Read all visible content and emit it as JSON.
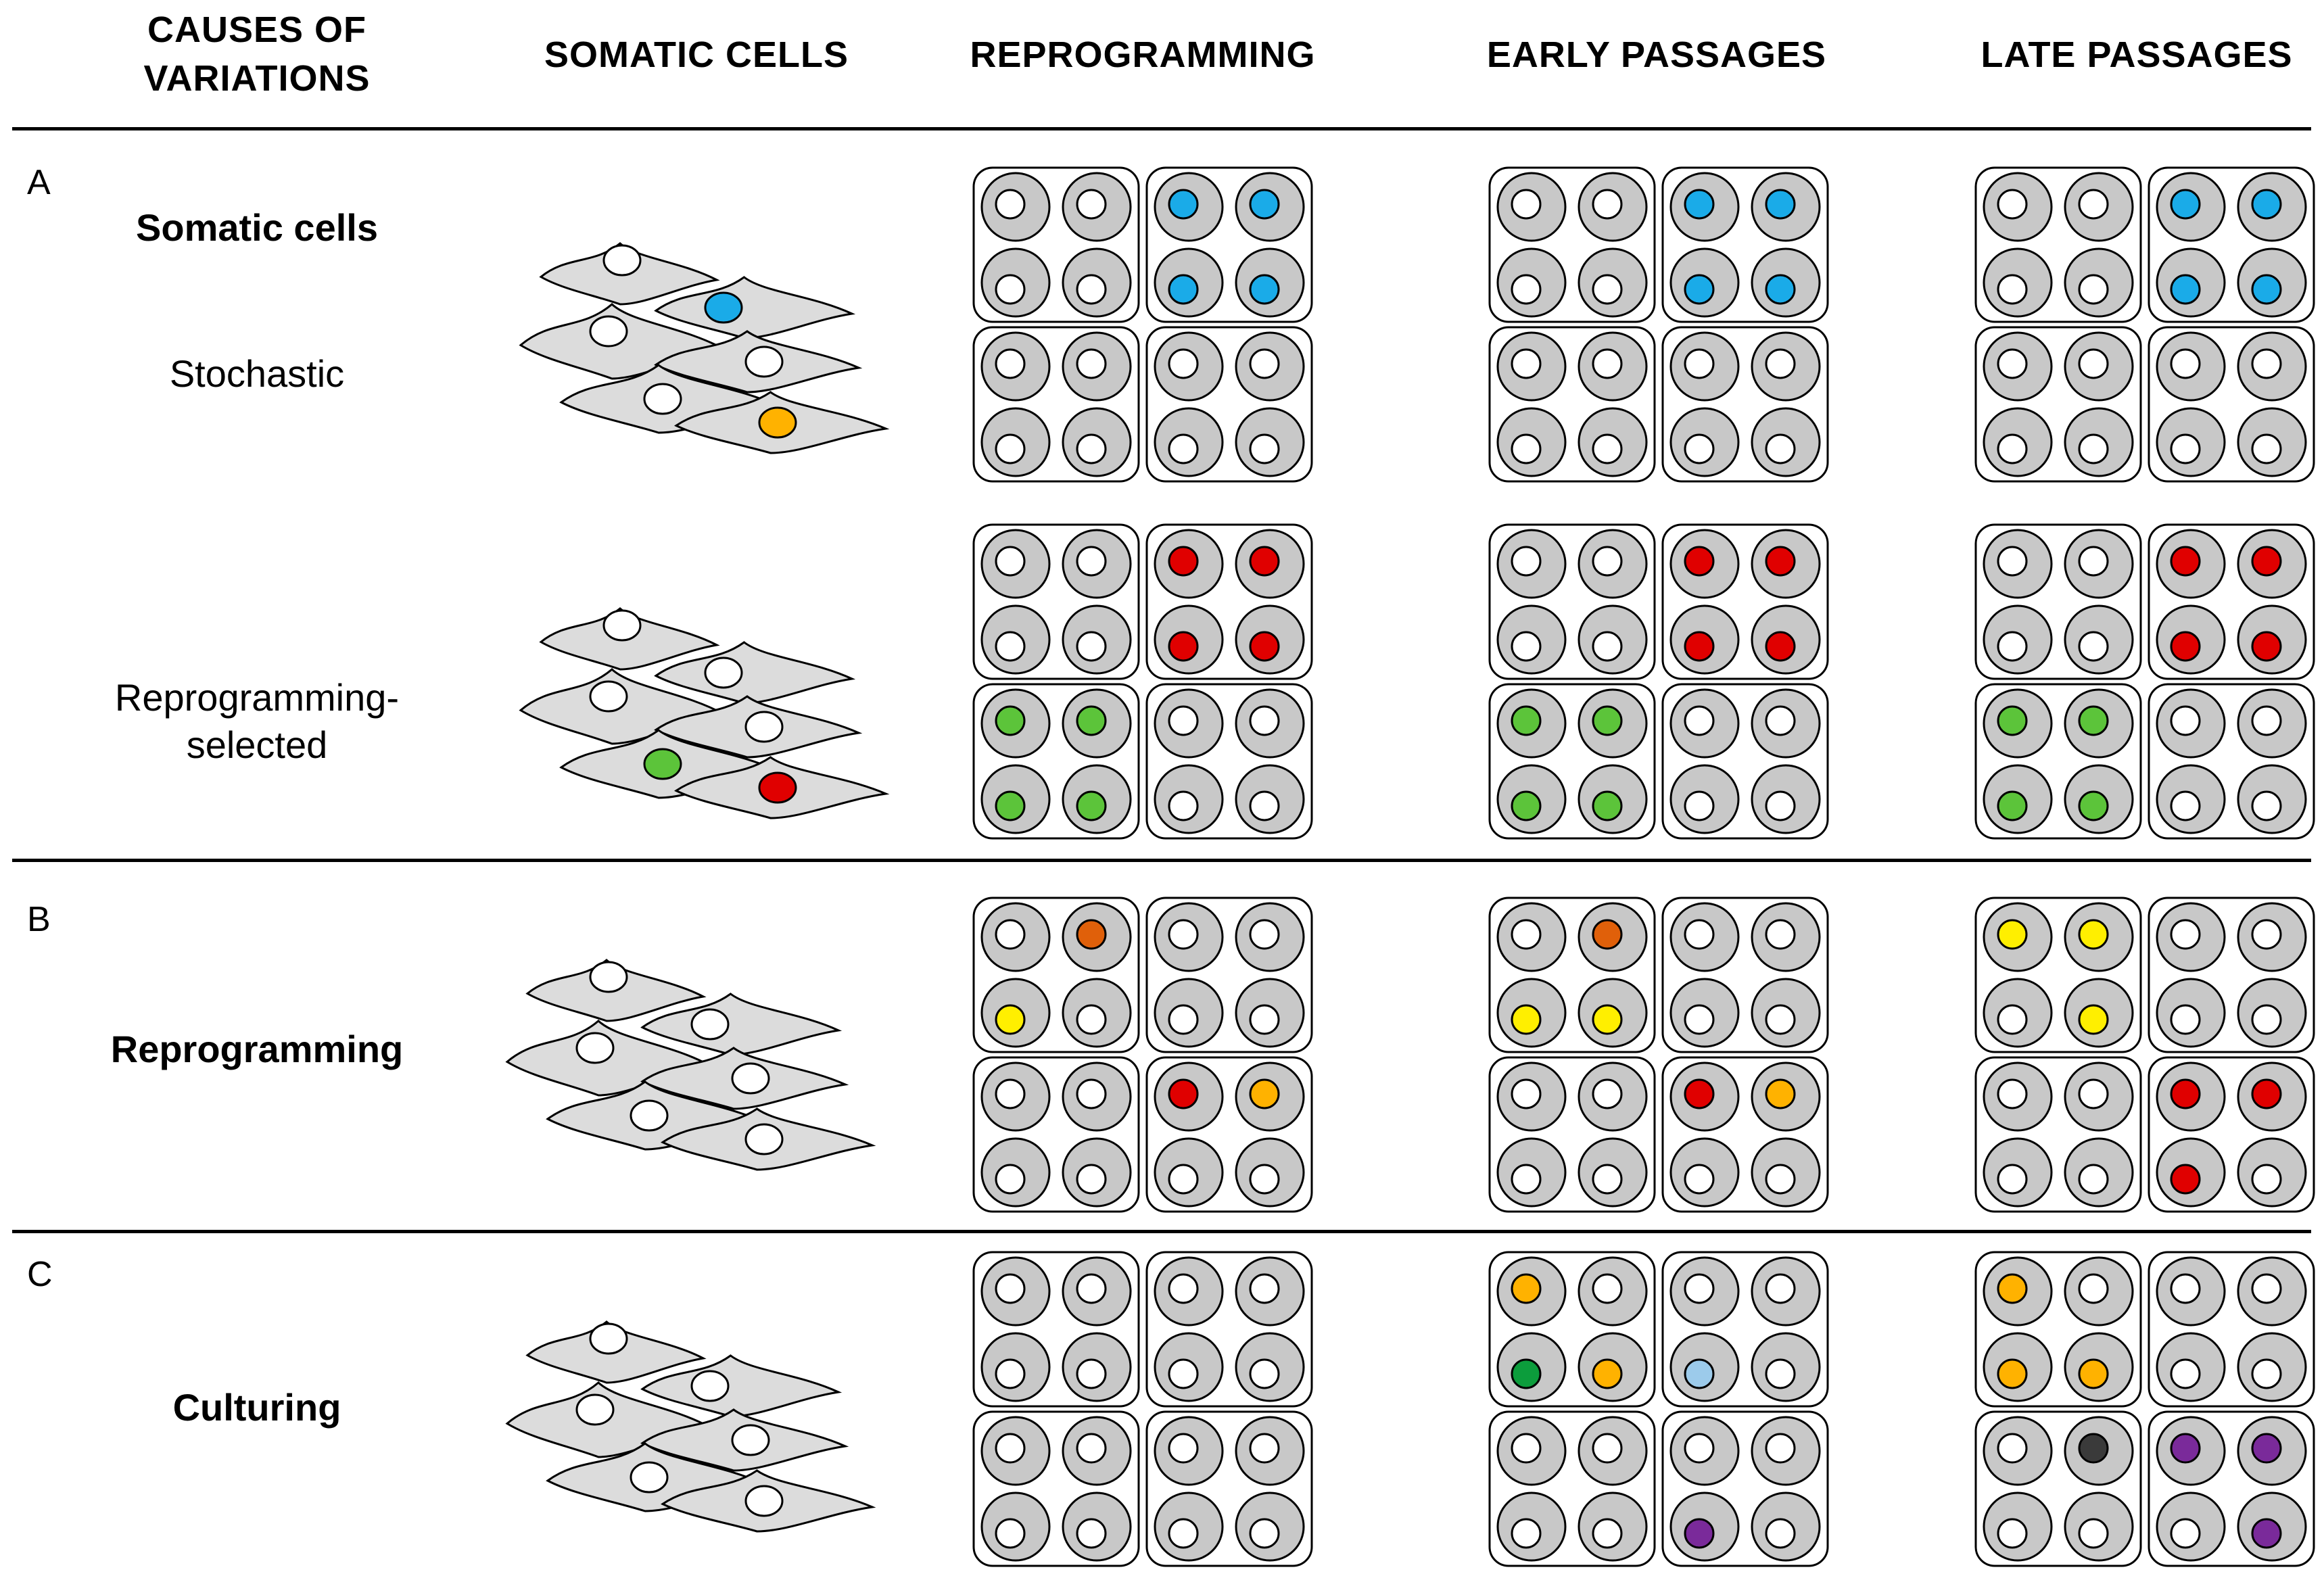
{
  "headers": {
    "causes": "CAUSES OF VARIATIONS",
    "somatic": "SOMATIC CELLS",
    "reprogramming": "REPROGRAMMING",
    "early": "EARLY PASSAGES",
    "late": "LATE PASSAGES"
  },
  "sections": [
    {
      "letter": "A",
      "rows": [
        {
          "labels": [
            "Somatic cells",
            "Stochastic"
          ],
          "somatic_cells": [
            null,
            "blue",
            null,
            null,
            null,
            "orange"
          ],
          "plates": {
            "reprogramming": [
              [
                "w",
                "w",
                "w",
                "w"
              ],
              [
                "blue",
                "blue",
                "blue",
                "blue"
              ],
              [
                "w",
                "w",
                "w",
                "w"
              ],
              [
                "w",
                "w",
                "w",
                "w"
              ]
            ],
            "early": [
              [
                "w",
                "w",
                "w",
                "w"
              ],
              [
                "blue",
                "blue",
                "blue",
                "blue"
              ],
              [
                "w",
                "w",
                "w",
                "w"
              ],
              [
                "w",
                "w",
                "w",
                "w"
              ]
            ],
            "late": [
              [
                "w",
                "w",
                "w",
                "w"
              ],
              [
                "blue",
                "blue",
                "blue",
                "blue"
              ],
              [
                "w",
                "w",
                "w",
                "w"
              ],
              [
                "w",
                "w",
                "w",
                "w"
              ]
            ]
          }
        },
        {
          "labels": [
            "Reprogramming-selected"
          ],
          "somatic_cells": [
            null,
            null,
            null,
            null,
            "green",
            "red"
          ],
          "plates": {
            "reprogramming": [
              [
                "w",
                "w",
                "w",
                "w"
              ],
              [
                "red",
                "red",
                "red",
                "red"
              ],
              [
                "green",
                "green",
                "green",
                "green"
              ],
              [
                "w",
                "w",
                "w",
                "w"
              ]
            ],
            "early": [
              [
                "w",
                "w",
                "w",
                "w"
              ],
              [
                "red",
                "red",
                "red",
                "red"
              ],
              [
                "green",
                "green",
                "green",
                "green"
              ],
              [
                "w",
                "w",
                "w",
                "w"
              ]
            ],
            "late": [
              [
                "w",
                "w",
                "w",
                "w"
              ],
              [
                "red",
                "red",
                "red",
                "red"
              ],
              [
                "green",
                "green",
                "green",
                "green"
              ],
              [
                "w",
                "w",
                "w",
                "w"
              ]
            ]
          }
        }
      ]
    },
    {
      "letter": "B",
      "rows": [
        {
          "labels": [
            "Reprogramming"
          ],
          "somatic_cells": [
            null,
            null,
            null,
            null,
            null,
            null
          ],
          "plates": {
            "reprogramming": [
              [
                "w",
                "darkorange",
                "yellow",
                "w"
              ],
              [
                "w",
                "w",
                "w",
                "w"
              ],
              [
                "w",
                "w",
                "w",
                "w"
              ],
              [
                "red",
                "orange",
                "w",
                "w"
              ]
            ],
            "early": [
              [
                "w",
                "darkorange",
                "yellow",
                "yellow"
              ],
              [
                "w",
                "w",
                "w",
                "w"
              ],
              [
                "w",
                "w",
                "w",
                "w"
              ],
              [
                "red",
                "orange",
                "w",
                "w"
              ]
            ],
            "late": [
              [
                "yellow",
                "yellow",
                "w",
                "yellow"
              ],
              [
                "w",
                "w",
                "w",
                "w"
              ],
              [
                "w",
                "w",
                "w",
                "w"
              ],
              [
                "red",
                "red",
                "red",
                "w"
              ]
            ]
          }
        }
      ]
    },
    {
      "letter": "C",
      "rows": [
        {
          "labels": [
            "Culturing"
          ],
          "somatic_cells": [
            null,
            null,
            null,
            null,
            null,
            null
          ],
          "plates": {
            "reprogramming": [
              [
                "w",
                "w",
                "w",
                "w"
              ],
              [
                "w",
                "w",
                "w",
                "w"
              ],
              [
                "w",
                "w",
                "w",
                "w"
              ],
              [
                "w",
                "w",
                "w",
                "w"
              ]
            ],
            "early": [
              [
                "orange",
                "w",
                "darkgreen",
                "orange"
              ],
              [
                "w",
                "w",
                "lightblue",
                "w"
              ],
              [
                "w",
                "w",
                "w",
                "w"
              ],
              [
                "w",
                "w",
                "purple",
                "w"
              ]
            ],
            "late": [
              [
                "orange",
                "w",
                "orange",
                "orange"
              ],
              [
                "w",
                "w",
                "w",
                "w"
              ],
              [
                "w",
                "black",
                "w",
                "w"
              ],
              [
                "purple",
                "purple",
                "w",
                "purple"
              ]
            ]
          }
        }
      ]
    }
  ],
  "colors": {
    "w": "#ffffff",
    "blue": "#1aabe8",
    "orange": "#ffb200",
    "red": "#e00000",
    "green": "#5cc43a",
    "darkgreen": "#0c9d3c",
    "yellow": "#ffef00",
    "darkorange": "#e0600a",
    "lightblue": "#9ccbeb",
    "purple": "#7a2a9a",
    "black": "#3a3a3a",
    "well": "#c8c8c8",
    "cell": "#dcdcdc"
  }
}
